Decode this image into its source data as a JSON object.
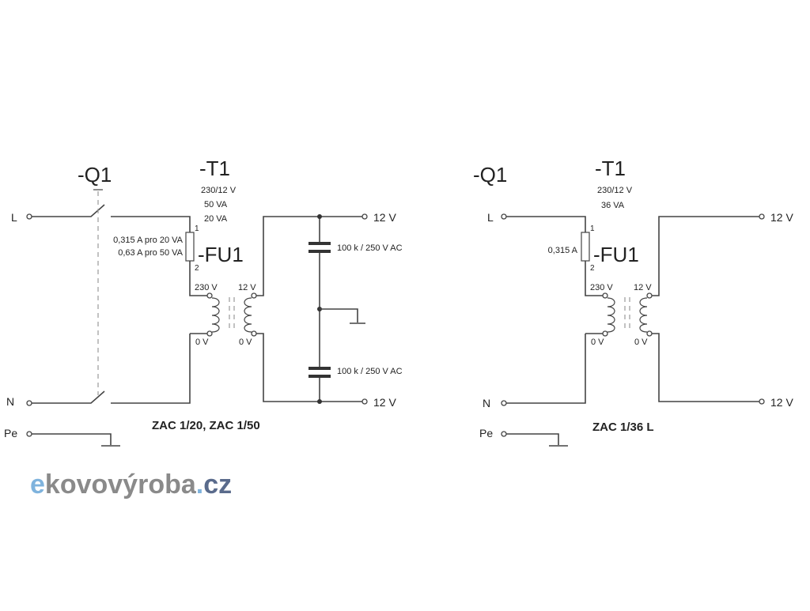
{
  "left": {
    "switch_label": "-Q1",
    "transformer_label": "-T1",
    "transformer_specs": [
      "230/12 V",
      "50 VA",
      "20 VA"
    ],
    "fuse_label": "-FU1",
    "fuse_ratings": [
      "0,315 A pro 20 VA",
      "0,63 A pro 50 VA"
    ],
    "fuse_pin_top": "1",
    "fuse_pin_bottom": "2",
    "primary_top": "230 V",
    "primary_bottom": "0 V",
    "secondary_top": "12 V",
    "secondary_bottom": "0 V",
    "capacitor_top": "100 k / 250 V AC",
    "capacitor_bottom": "100 k / 250 V AC",
    "terminal_L": "L",
    "terminal_N": "N",
    "terminal_Pe": "Pe",
    "output_top": "12 V",
    "output_bottom": "12 V",
    "caption": "ZAC 1/20, ZAC 1/50"
  },
  "right": {
    "switch_label": "-Q1",
    "transformer_label": "-T1",
    "transformer_specs": [
      "230/12 V",
      "36 VA"
    ],
    "fuse_label": "-FU1",
    "fuse_rating": "0,315 A",
    "fuse_pin_top": "1",
    "fuse_pin_bottom": "2",
    "primary_top": "230 V",
    "primary_bottom": "0 V",
    "secondary_top": "12 V",
    "secondary_bottom": "0 V",
    "terminal_L": "L",
    "terminal_N": "N",
    "terminal_Pe": "Pe",
    "output_top": "12 V",
    "output_bottom": "12 V",
    "caption": "ZAC 1/36 L"
  },
  "logo": {
    "e": "e",
    "kovo": "kovovýroba",
    "dot": ".",
    "tld": "cz",
    "color_e": "#7fb3dd",
    "color_main": "#8a8a8a",
    "color_tld": "#5a6b8c"
  }
}
